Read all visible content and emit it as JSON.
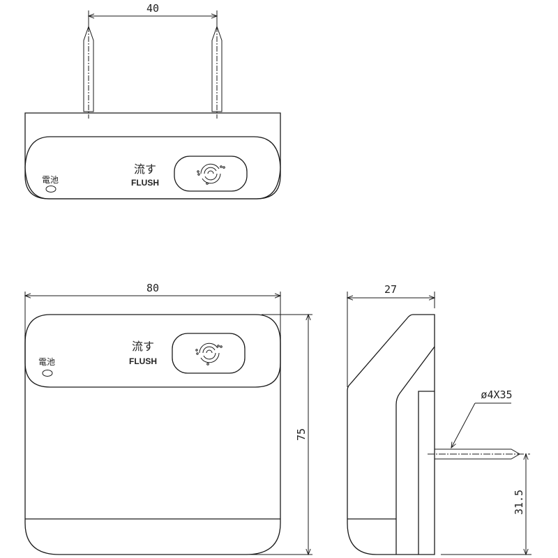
{
  "drawing": {
    "type": "technical drawing - wall mounted flush button remote",
    "views": [
      "top-view",
      "front-view",
      "side-view"
    ]
  },
  "dimensions": {
    "screw_spacing": "40",
    "width": "80",
    "height": "75",
    "depth": "27",
    "screw_spec": "ø4X35",
    "screw_height": "31.5"
  },
  "labels": {
    "battery_jp": "電池",
    "flush_jp": "流す",
    "flush_en": "FLUSH"
  },
  "icons": {
    "flush_button": "swirl-icon",
    "battery_indicator": "led-circle"
  },
  "colors": {
    "line": "#1a1a1a",
    "background": "#ffffff"
  }
}
